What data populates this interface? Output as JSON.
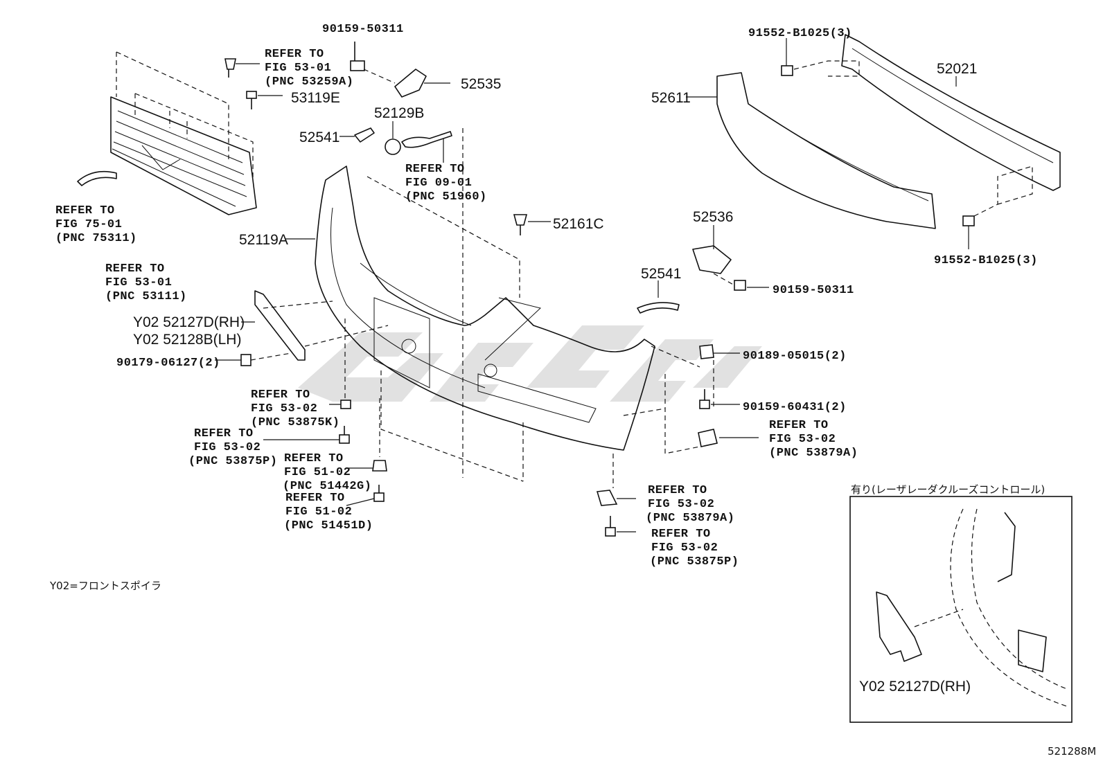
{
  "callouts": {
    "c01": "90159-50311",
    "c02": "REFER TO",
    "c03": "FIG 53-01",
    "c04": "(PNC 53259A)",
    "c05": "52535",
    "c06": "53119E",
    "c07": "52129B",
    "c08": "52541",
    "c09": "REFER TO",
    "c10": "FIG 09-01",
    "c11": "(PNC 51960)",
    "c12": "91552-B1025(3)",
    "c13": "52021",
    "c14": "52611",
    "c15": "REFER TO",
    "c16": "FIG 75-01",
    "c17": "(PNC 75311)",
    "c18": "REFER TO",
    "c19": "FIG 53-01",
    "c20": "(PNC 53111)",
    "c21": "52119A",
    "c22": "52161C",
    "c23": "52536",
    "c24": "91552-B1025(3)",
    "c25": "52541",
    "c26": "90159-50311",
    "c27": "Y02 52127D(RH)",
    "c28": "Y02 52128B(LH)",
    "c29": "90179-06127(2)",
    "c30": "90189-05015(2)",
    "c31": "90159-60431(2)",
    "c32": "REFER TO",
    "c33": "FIG 53-02",
    "c34": "(PNC 53875K)",
    "c35": "REFER TO",
    "c36": "FIG 53-02",
    "c37": "(PNC 53879A)",
    "c38": "REFER TO",
    "c39": "FIG 53-02",
    "c40": "(PNC 53875P)",
    "c41": "REFER TO",
    "c42": "FIG 51-02",
    "c43": "(PNC 51442G)",
    "c44": "REFER TO",
    "c45": "FIG 51-02",
    "c46": "(PNC 51451D)",
    "c47": "REFER TO",
    "c48": "FIG 53-02",
    "c49": "(PNC 53879A)",
    "c50": "REFER TO",
    "c51": "FIG 53-02",
    "c52": "(PNC 53875P)"
  },
  "inset": {
    "title": "有り(レーザレーダクルーズコントロール)",
    "part_label": "Y02 52127D(RH)"
  },
  "footnote": "Y02=フロントスポイラ",
  "figure_code": "521288M",
  "watermark_text": "grafi"
}
